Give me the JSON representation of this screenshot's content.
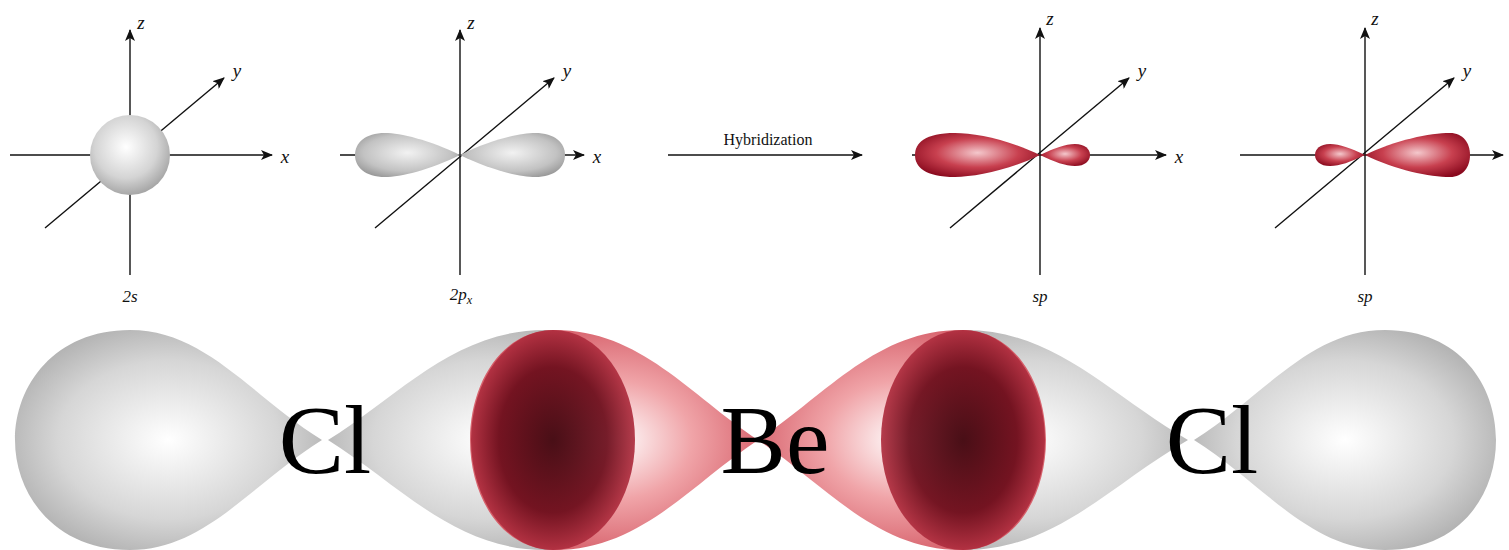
{
  "diagram": {
    "labels": [
      "z",
      "y",
      "x",
      "2s",
      "z",
      "y",
      "x",
      "2px",
      "Hybridization",
      "z",
      "y",
      "x",
      "sp",
      "z",
      "y",
      "sp",
      "Cl",
      "Be",
      "Cl"
    ]
  }
}
